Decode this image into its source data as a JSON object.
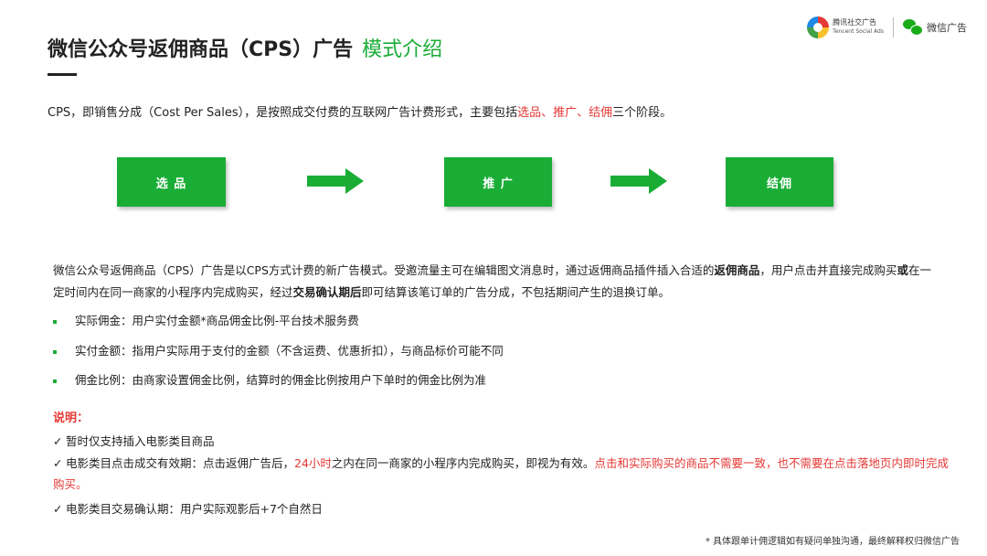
{
  "header": {
    "title_main": "微信公众号返佣商品（CPS）广告",
    "title_accent": "模式介绍"
  },
  "logos": {
    "tencent_cn": "腾讯社交广告",
    "tencent_en": "Tencent Social Ads",
    "wechat_label": "微信广告"
  },
  "intro": {
    "part1": "CPS，即销售分成（Cost Per Sales），是按照成交付费的互联网广告计费形式，主要包括",
    "highlight": "选品、推广、结佣",
    "part2": "三个阶段。"
  },
  "stages": [
    "选  品",
    "推  广",
    "结佣"
  ],
  "paragraph": {
    "p1": "微信公众号返佣商品（CPS）广告是以CPS方式计费的新广告模式。受邀流量主可在编辑图文消息时，通过返佣商品插件插入合适的",
    "b1": "返佣商品",
    "p2": "，用户点击并直接完成购买",
    "b2": "或",
    "p3": "在一定时间内在同一商家的小程序内完成购买，经过",
    "b3": "交易确认期后",
    "p4": "即可结算该笔订单的广告分成，不包括期间产生的退换订单。"
  },
  "bullets": [
    "实际佣金：用户实付金额*商品佣金比例-平台技术服务费",
    "实付金额：指用户实际用于支付的金额（不含运费、优惠折扣），与商品标价可能不同",
    "佣金比例：由商家设置佣金比例，结算时的佣金比例按用户下单时的佣金比例为准"
  ],
  "notes": {
    "title": "说明：",
    "item1": "暂时仅支持插入电影类目商品",
    "item2_a": "电影类目点击成交有效期：点击返佣广告后，",
    "item2_red1": "24小时",
    "item2_b": "之内在同一商家的小程序内完成购买，即视为有效。",
    "item2_red2": "点击和实际购买的商品不需要一致，也不需要在点击落地页内即时完成购买。",
    "item3": "电影类目交易确认期：用户实际观影后+7个自然日"
  },
  "footer": "* 具体跟单计佣逻辑如有疑问单独沟通，最终解释权归微信广告",
  "colors": {
    "accent": "#1aad36",
    "highlight": "#e53935"
  }
}
